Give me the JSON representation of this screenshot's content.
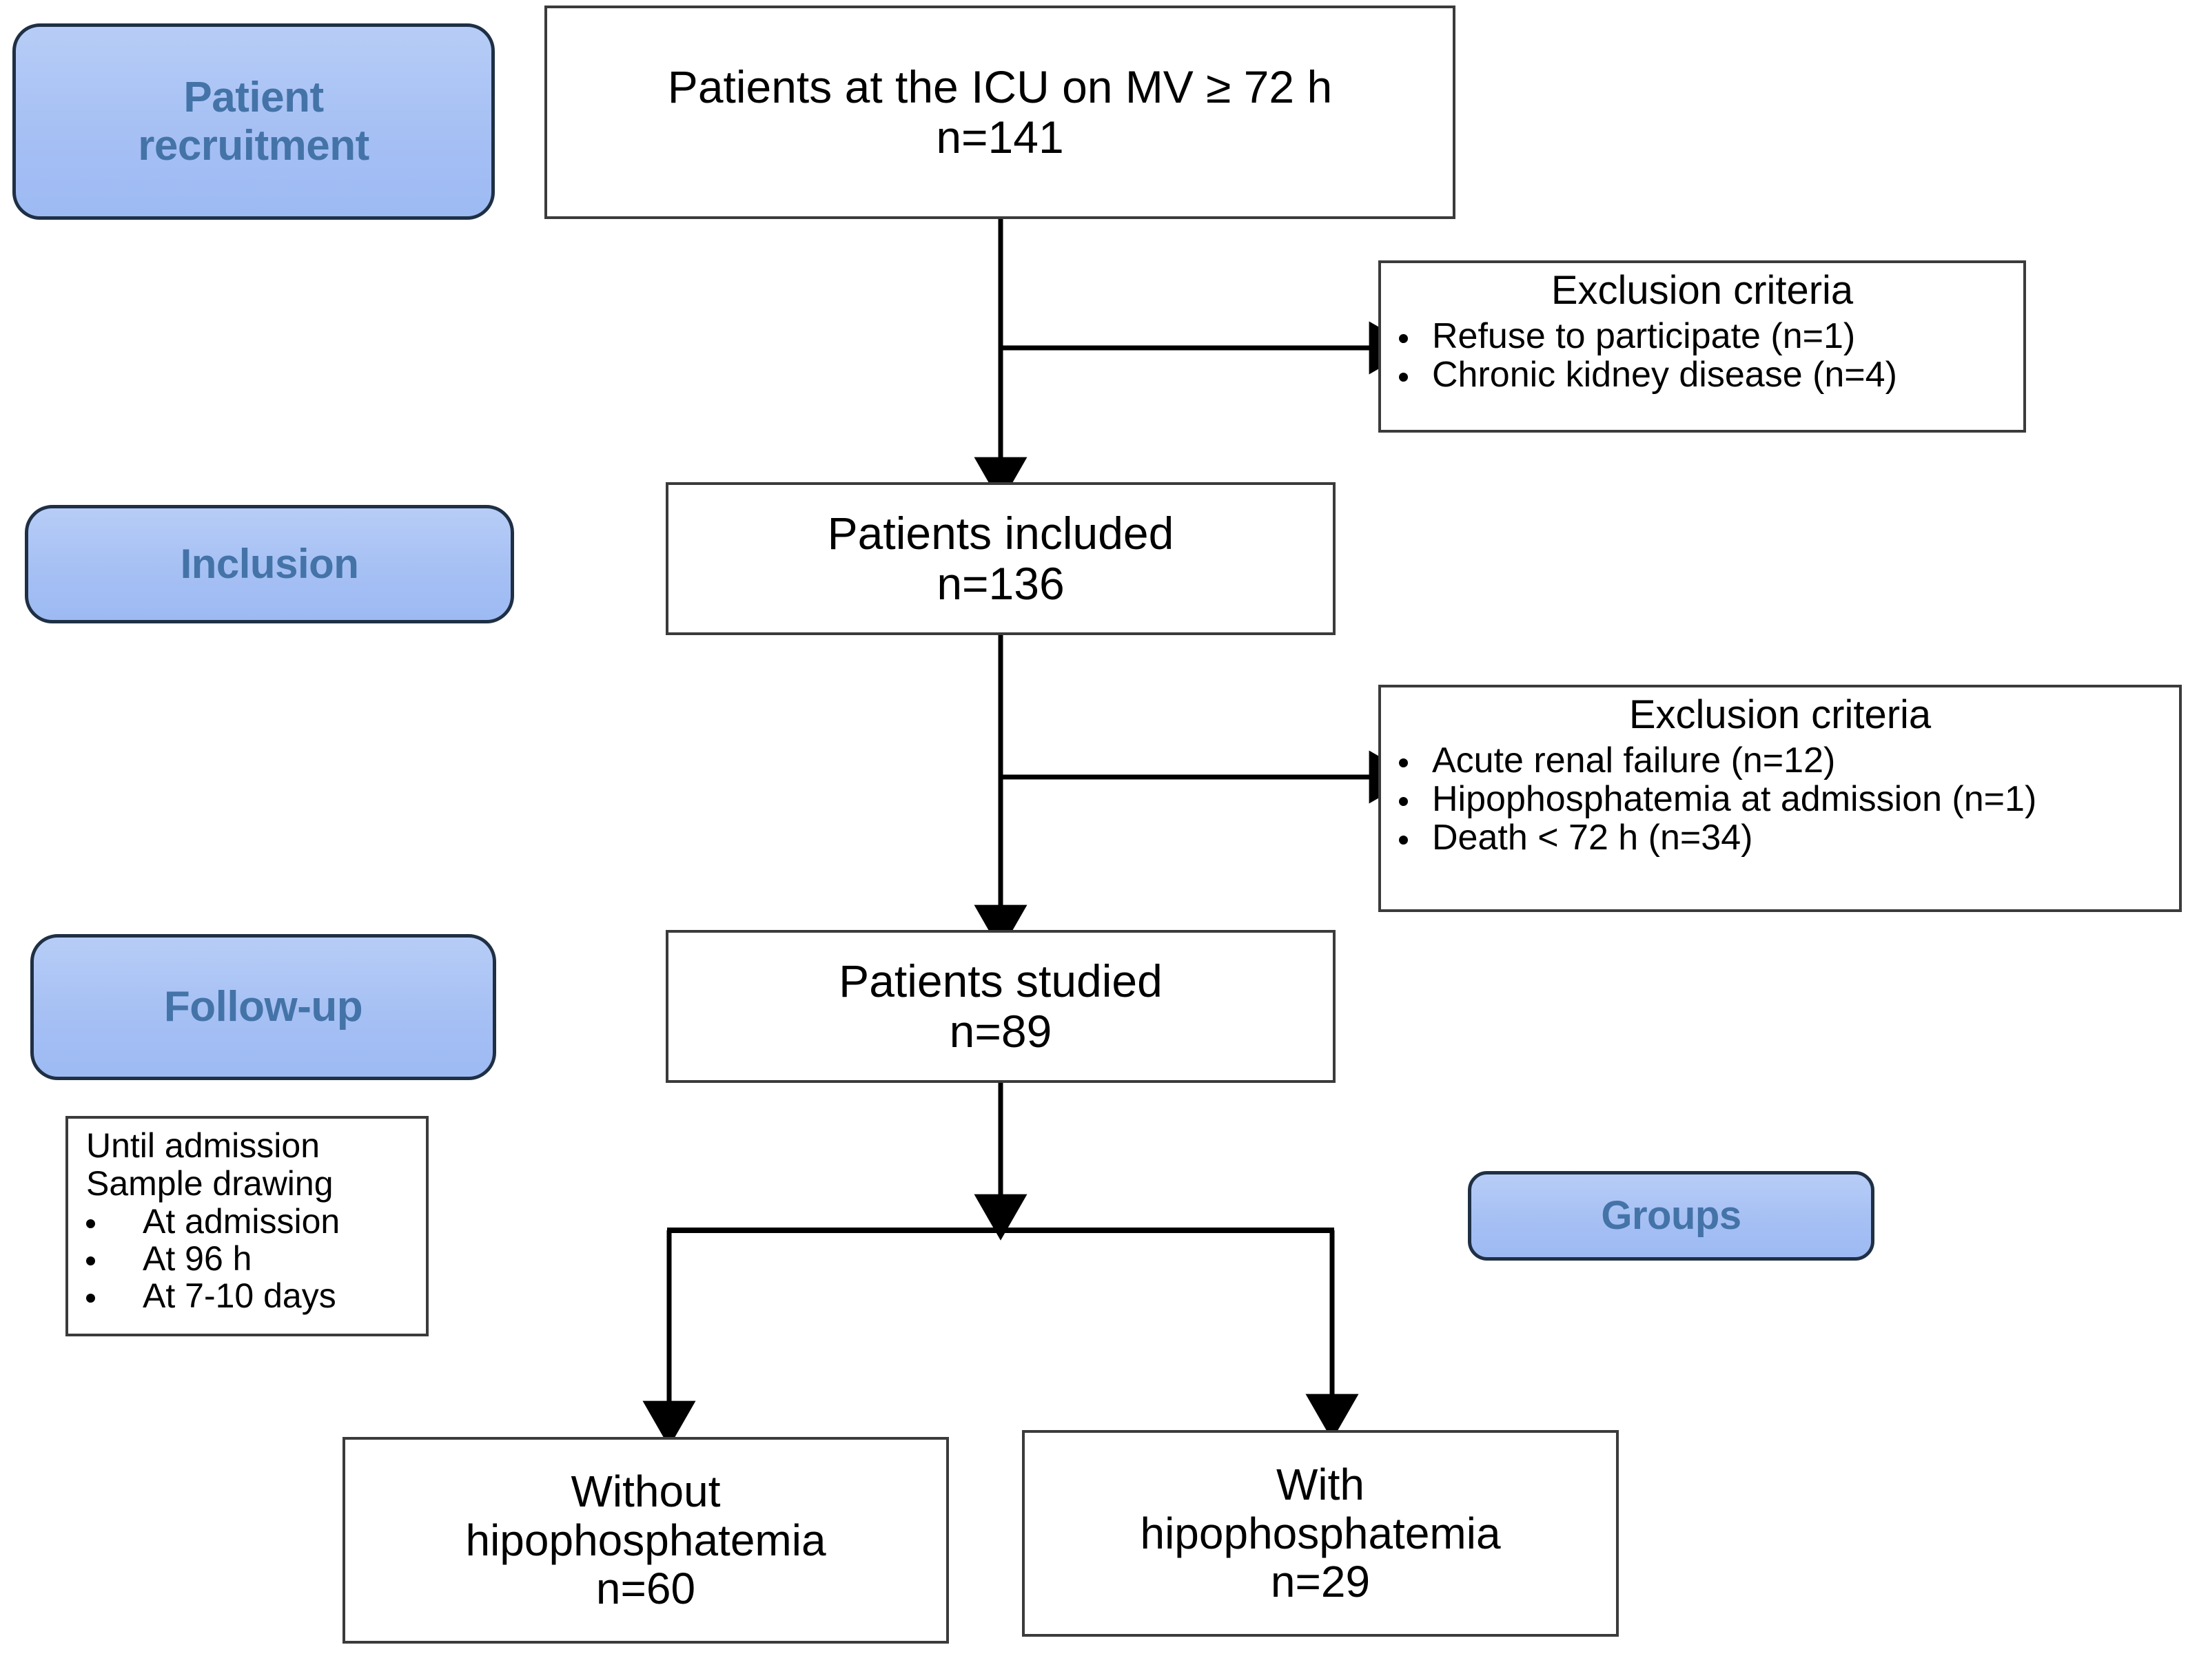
{
  "theme": {
    "blue_fill": "#a6c0f4",
    "blue_border": "#1f3045",
    "blue_text": "#4473a8",
    "box_border": "#3b3b3b",
    "box_text": "#000000",
    "background": "#ffffff"
  },
  "stage_labels": {
    "recruitment": "Patient\nrecruitment",
    "recruitment_line1": "Patient",
    "recruitment_line2": "recruitment",
    "inclusion": "Inclusion",
    "followup": "Follow-up",
    "groups": "Groups"
  },
  "nodes": {
    "screened": {
      "line1": "Patients at the ICU on MV ≥ 72 h",
      "line2": "n=141",
      "n": 141
    },
    "included": {
      "line1": "Patients included",
      "line2": "n=136",
      "n": 136
    },
    "studied": {
      "line1": "Patients studied",
      "line2": "n=89",
      "n": 89
    },
    "without_hypo": {
      "line1": "Without",
      "line2": "hipophosphatemia",
      "line3": "n=60",
      "n": 60
    },
    "with_hypo": {
      "line1": "With",
      "line2": "hipophosphatemia",
      "line3": "n=29",
      "n": 29
    }
  },
  "exclusions": [
    {
      "title": "Exclusion criteria",
      "items": [
        "Refuse to participate (n=1)",
        "Chronic kidney disease (n=4)"
      ],
      "counts": [
        1,
        4
      ]
    },
    {
      "title": "Exclusion criteria",
      "items": [
        "Acute renal failure (n=12)",
        "Hipophosphatemia at admission (n=1)",
        "Death < 72 h (n=34)"
      ],
      "counts": [
        12,
        1,
        34
      ]
    }
  ],
  "sampling": {
    "line1": "Until admission",
    "line2": "Sample drawing",
    "items": [
      "At admission",
      "At 96 h",
      "At 7-10 days"
    ]
  }
}
